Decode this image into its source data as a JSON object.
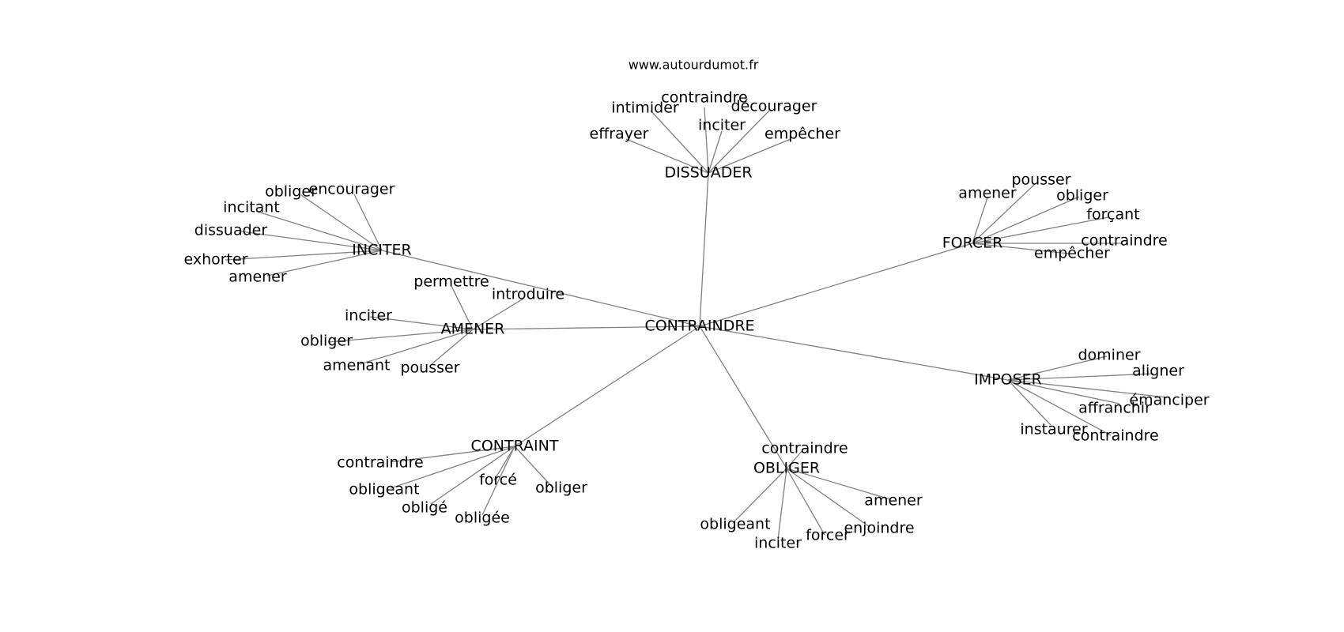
{
  "source": "www.autourdumot.fr",
  "center": "CONTRAINDRE",
  "hubs": [
    {
      "id": "DISSUADER",
      "label": "DISSUADER",
      "leaves": [
        "contraindre",
        "intimider",
        "décourager",
        "inciter",
        "effrayer",
        "empêcher"
      ]
    },
    {
      "id": "INCITER",
      "label": "INCITER",
      "leaves": [
        "obliger",
        "encourager",
        "incitant",
        "dissuader",
        "exhorter",
        "amener"
      ]
    },
    {
      "id": "AMENER",
      "label": "AMENER",
      "leaves": [
        "permettre",
        "introduire",
        "inciter",
        "obliger",
        "amenant",
        "pousser"
      ]
    },
    {
      "id": "FORCER",
      "label": "FORCER",
      "leaves": [
        "pousser",
        "amener",
        "obliger",
        "forçant",
        "contraindre",
        "empêcher"
      ]
    },
    {
      "id": "IMPOSER",
      "label": "IMPOSER",
      "leaves": [
        "dominer",
        "aligner",
        "émanciper",
        "affranchir",
        "instaurer",
        "contraindre"
      ]
    },
    {
      "id": "OBLIGER",
      "label": "OBLIGER",
      "leaves": [
        "contraindre",
        "amener",
        "enjoindre",
        "forcer",
        "inciter",
        "obligeant"
      ]
    },
    {
      "id": "CONTRAINT",
      "label": "CONTRAINT",
      "leaves": [
        "contraindre",
        "obligeant",
        "forcé",
        "obliger",
        "obligé",
        "obligée"
      ]
    }
  ]
}
